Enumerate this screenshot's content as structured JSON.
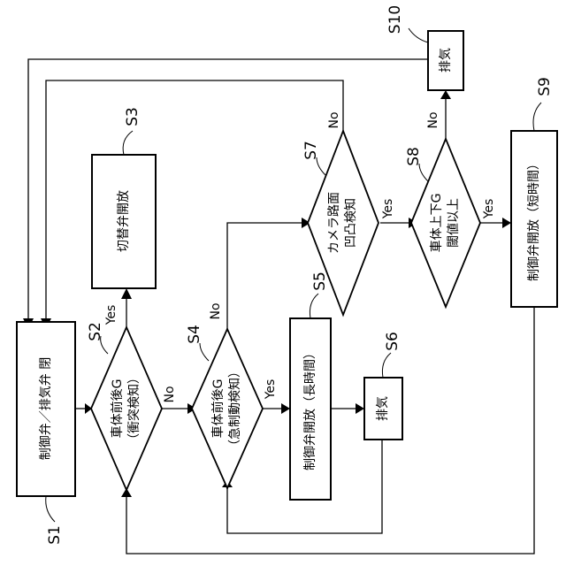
{
  "steps": {
    "s1": {
      "id": "S1",
      "text": "制御弁／排気弁 閉"
    },
    "s2": {
      "id": "S2",
      "line1": "車体前後G",
      "line2": "（衝突検知）"
    },
    "s3": {
      "id": "S3",
      "text": "切替弁開放"
    },
    "s4": {
      "id": "S4",
      "line1": "車体前後G",
      "line2": "（急制動検知）"
    },
    "s5": {
      "id": "S5",
      "text": "制御弁開放（長時間）"
    },
    "s6": {
      "id": "S6",
      "text": "排気"
    },
    "s7": {
      "id": "S7",
      "line1": "カメラ路面",
      "line2": "凹凸検知"
    },
    "s8": {
      "id": "S8",
      "line1": "車体上下G",
      "line2": "閾値以上"
    },
    "s9": {
      "id": "S9",
      "text": "制御弁開放（短時間）"
    },
    "s10": {
      "id": "S10",
      "text": "排気"
    }
  },
  "labels": {
    "yes": "Yes",
    "no": "No"
  }
}
